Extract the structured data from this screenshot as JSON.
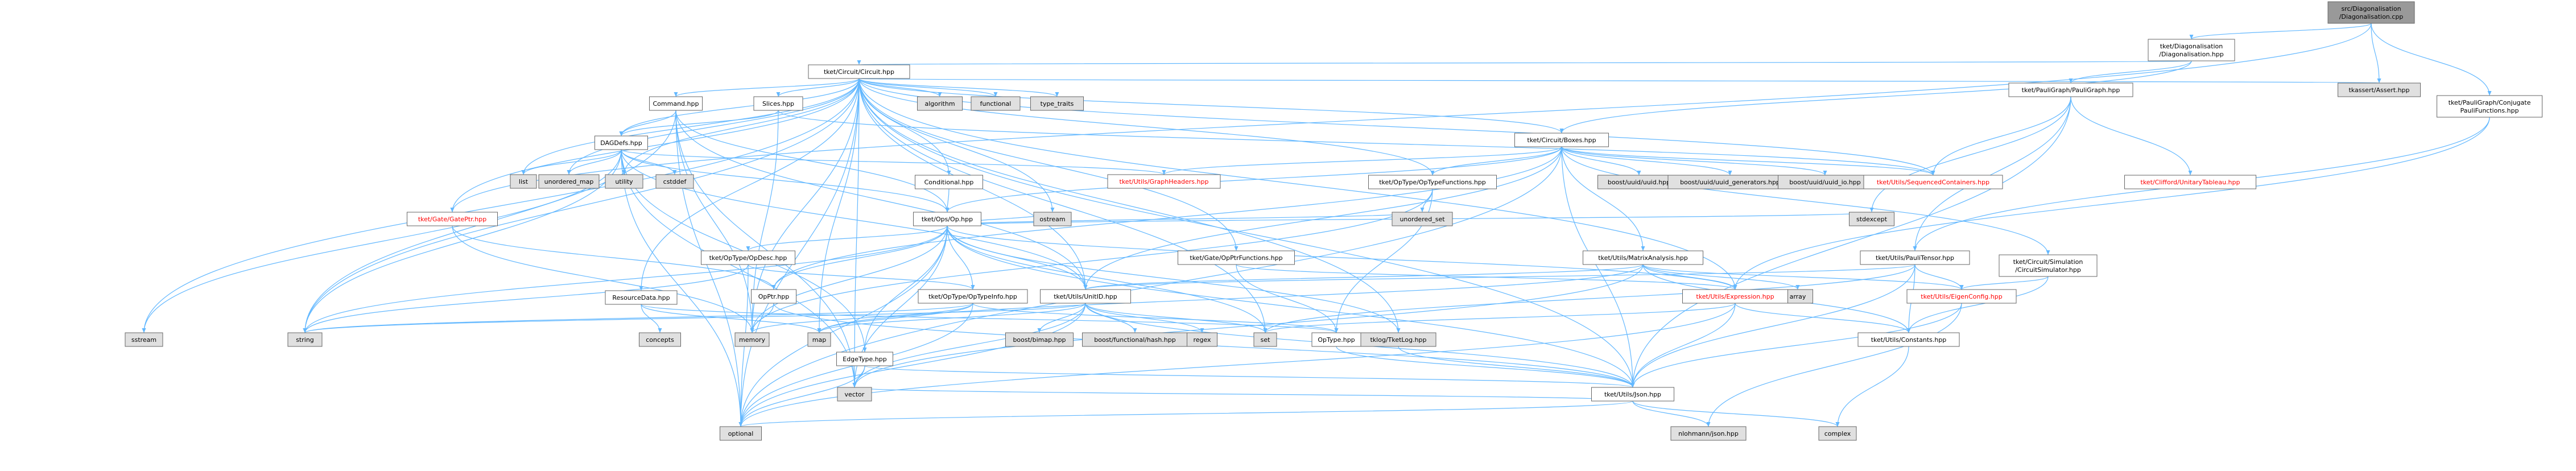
{
  "colors": {
    "edge": "#63b8ff",
    "node_fill": "#ffffff",
    "node_root_fill": "#999999",
    "node_system_fill": "#e0e0e0",
    "node_border": "#666666",
    "text": "#000000",
    "text_truncated": "#ff0000"
  },
  "nodes": [
    {
      "id": "root",
      "lines": [
        "src/Diagonalisation",
        "/Diagonalisation.cpp"
      ],
      "style": "root"
    },
    {
      "id": "diag_hpp",
      "lines": [
        "tket/Diagonalisation",
        "/Diagonalisation.hpp"
      ],
      "style": "file"
    },
    {
      "id": "tkassert",
      "lines": [
        "tkassert/Assert.hpp"
      ],
      "style": "system"
    },
    {
      "id": "pauligraph",
      "lines": [
        "tket/PauliGraph/PauliGraph.hpp"
      ],
      "style": "file"
    },
    {
      "id": "conjugate",
      "lines": [
        "tket/PauliGraph/Conjugate",
        "PauliFunctions.hpp"
      ],
      "style": "file"
    },
    {
      "id": "circuit",
      "lines": [
        "tket/Circuit/Circuit.hpp"
      ],
      "style": "file"
    },
    {
      "id": "command",
      "lines": [
        "Command.hpp"
      ],
      "style": "file"
    },
    {
      "id": "slices",
      "lines": [
        "Slices.hpp"
      ],
      "style": "file"
    },
    {
      "id": "algorithm",
      "lines": [
        "algorithm"
      ],
      "style": "system"
    },
    {
      "id": "functional",
      "lines": [
        "functional"
      ],
      "style": "system"
    },
    {
      "id": "type_traits",
      "lines": [
        "type_traits"
      ],
      "style": "system"
    },
    {
      "id": "boxes",
      "lines": [
        "tket/Circuit/Boxes.hpp"
      ],
      "style": "file"
    },
    {
      "id": "dagdefs",
      "lines": [
        "DAGDefs.hpp"
      ],
      "style": "file"
    },
    {
      "id": "conditional",
      "lines": [
        "Conditional.hpp"
      ],
      "style": "file"
    },
    {
      "id": "list",
      "lines": [
        "list"
      ],
      "style": "system"
    },
    {
      "id": "unordered_map",
      "lines": [
        "unordered_map"
      ],
      "style": "system"
    },
    {
      "id": "utility",
      "lines": [
        "utility"
      ],
      "style": "system"
    },
    {
      "id": "cstddef",
      "lines": [
        "cstddef"
      ],
      "style": "system"
    },
    {
      "id": "graphheaders",
      "lines": [
        "tket/Utils/GraphHeaders.hpp"
      ],
      "style": "truncated"
    },
    {
      "id": "op",
      "lines": [
        "tket/Ops/Op.hpp"
      ],
      "style": "file"
    },
    {
      "id": "optypefunctions",
      "lines": [
        "tket/OpType/OpTypeFunctions.hpp"
      ],
      "style": "file"
    },
    {
      "id": "uuid",
      "lines": [
        "boost/uuid/uuid.hpp"
      ],
      "style": "system"
    },
    {
      "id": "uuid_gen",
      "lines": [
        "boost/uuid/uuid_generators.hpp"
      ],
      "style": "system"
    },
    {
      "id": "uuid_io",
      "lines": [
        "boost/uuid/uuid_io.hpp"
      ],
      "style": "system"
    },
    {
      "id": "seqcontainers",
      "lines": [
        "tket/Utils/SequencedContainers.hpp"
      ],
      "style": "truncated"
    },
    {
      "id": "unitarytableau",
      "lines": [
        "tket/Clifford/UnitaryTableau.hpp"
      ],
      "style": "truncated"
    },
    {
      "id": "gateptr",
      "lines": [
        "tket/Gate/GatePtr.hpp"
      ],
      "style": "truncated"
    },
    {
      "id": "optypeopdesc",
      "lines": [
        "tket/OpType/OpDesc.hpp"
      ],
      "style": "file"
    },
    {
      "id": "ostream",
      "lines": [
        "ostream"
      ],
      "style": "system"
    },
    {
      "id": "unordered_set",
      "lines": [
        "unordered_set"
      ],
      "style": "system"
    },
    {
      "id": "opptrfunctions",
      "lines": [
        "tket/Gate/OpPtrFunctions.hpp"
      ],
      "style": "file"
    },
    {
      "id": "stdexcept",
      "lines": [
        "stdexcept"
      ],
      "style": "system"
    },
    {
      "id": "matrixanalysis",
      "lines": [
        "tket/Utils/MatrixAnalysis.hpp"
      ],
      "style": "file"
    },
    {
      "id": "paulitensor",
      "lines": [
        "tket/Utils/PauliTensor.hpp"
      ],
      "style": "file"
    },
    {
      "id": "circsim",
      "lines": [
        "tket/Circuit/Simulation",
        "/CircuitSimulator.hpp"
      ],
      "style": "file"
    },
    {
      "id": "resourcedata",
      "lines": [
        "ResourceData.hpp"
      ],
      "style": "file"
    },
    {
      "id": "opptr",
      "lines": [
        "OpPtr.hpp"
      ],
      "style": "file"
    },
    {
      "id": "optypeinfo",
      "lines": [
        "tket/OpType/OpTypeInfo.hpp"
      ],
      "style": "file"
    },
    {
      "id": "unitid",
      "lines": [
        "tket/Utils/UnitID.hpp"
      ],
      "style": "file"
    },
    {
      "id": "array",
      "lines": [
        "array"
      ],
      "style": "system"
    },
    {
      "id": "expression",
      "lines": [
        "tket/Utils/Expression.hpp"
      ],
      "style": "truncated"
    },
    {
      "id": "eigenconfig",
      "lines": [
        "tket/Utils/EigenConfig.hpp"
      ],
      "style": "truncated"
    },
    {
      "id": "sstream",
      "lines": [
        "sstream"
      ],
      "style": "system"
    },
    {
      "id": "string",
      "lines": [
        "string"
      ],
      "style": "system"
    },
    {
      "id": "concepts",
      "lines": [
        "concepts"
      ],
      "style": "system"
    },
    {
      "id": "memory",
      "lines": [
        "memory"
      ],
      "style": "system"
    },
    {
      "id": "map",
      "lines": [
        "map"
      ],
      "style": "system"
    },
    {
      "id": "edgetype",
      "lines": [
        "EdgeType.hpp"
      ],
      "style": "file"
    },
    {
      "id": "boostbimap",
      "lines": [
        "boost/bimap.hpp"
      ],
      "style": "system"
    },
    {
      "id": "boosthash",
      "lines": [
        "boost/functional/hash.hpp"
      ],
      "style": "system"
    },
    {
      "id": "regex",
      "lines": [
        "regex"
      ],
      "style": "system"
    },
    {
      "id": "set",
      "lines": [
        "set"
      ],
      "style": "system"
    },
    {
      "id": "optype",
      "lines": [
        "OpType.hpp"
      ],
      "style": "file"
    },
    {
      "id": "tklog",
      "lines": [
        "tklog/TketLog.hpp"
      ],
      "style": "system"
    },
    {
      "id": "constants",
      "lines": [
        "tket/Utils/Constants.hpp"
      ],
      "style": "file"
    },
    {
      "id": "vector",
      "lines": [
        "vector"
      ],
      "style": "system"
    },
    {
      "id": "json",
      "lines": [
        "tket/Utils/Json.hpp"
      ],
      "style": "file"
    },
    {
      "id": "optional",
      "lines": [
        "optional"
      ],
      "style": "system"
    },
    {
      "id": "nlohmann",
      "lines": [
        "nlohmann/json.hpp"
      ],
      "style": "system"
    },
    {
      "id": "complex",
      "lines": [
        "complex"
      ],
      "style": "system"
    }
  ],
  "edges": [
    [
      "root",
      "diag_hpp"
    ],
    [
      "root",
      "tkassert"
    ],
    [
      "root",
      "gateptr"
    ],
    [
      "root",
      "conjugate"
    ],
    [
      "diag_hpp",
      "circuit"
    ],
    [
      "diag_hpp",
      "boxes"
    ],
    [
      "diag_hpp",
      "pauligraph"
    ],
    [
      "conjugate",
      "paulitensor"
    ],
    [
      "conjugate",
      "expression"
    ],
    [
      "pauligraph",
      "seqcontainers"
    ],
    [
      "pauligraph",
      "unitarytableau"
    ],
    [
      "pauligraph",
      "paulitensor"
    ],
    [
      "pauligraph",
      "stdexcept"
    ],
    [
      "pauligraph",
      "json"
    ],
    [
      "circuit",
      "command"
    ],
    [
      "circuit",
      "slices"
    ],
    [
      "circuit",
      "algorithm"
    ],
    [
      "circuit",
      "functional"
    ],
    [
      "circuit",
      "type_traits"
    ],
    [
      "circuit",
      "tkassert"
    ],
    [
      "circuit",
      "boxes"
    ],
    [
      "circuit",
      "dagdefs"
    ],
    [
      "circuit",
      "conditional"
    ],
    [
      "circuit",
      "list"
    ],
    [
      "circuit",
      "unordered_map"
    ],
    [
      "circuit",
      "utility"
    ],
    [
      "circuit",
      "gateptr"
    ],
    [
      "circuit",
      "optypefunctions"
    ],
    [
      "circuit",
      "opptrfunctions"
    ],
    [
      "circuit",
      "ostream"
    ],
    [
      "circuit",
      "seqcontainers"
    ],
    [
      "circuit",
      "unitid"
    ],
    [
      "circuit",
      "resourcedata"
    ],
    [
      "circuit",
      "string"
    ],
    [
      "circuit",
      "memory"
    ],
    [
      "circuit",
      "map"
    ],
    [
      "circuit",
      "sstream"
    ],
    [
      "circuit",
      "vector"
    ],
    [
      "circuit",
      "optional"
    ],
    [
      "circuit",
      "set"
    ],
    [
      "circuit",
      "tklog"
    ],
    [
      "circuit",
      "json"
    ],
    [
      "circuit",
      "expression"
    ],
    [
      "command",
      "dagdefs"
    ],
    [
      "command",
      "op"
    ],
    [
      "command",
      "unitid"
    ],
    [
      "command",
      "string"
    ],
    [
      "command",
      "optional"
    ],
    [
      "command",
      "vector"
    ],
    [
      "command",
      "memory"
    ],
    [
      "slices",
      "dagdefs"
    ],
    [
      "slices",
      "seqcontainers"
    ],
    [
      "slices",
      "memory"
    ],
    [
      "conditional",
      "op"
    ],
    [
      "dagdefs",
      "list"
    ],
    [
      "dagdefs",
      "unordered_map"
    ],
    [
      "dagdefs",
      "utility"
    ],
    [
      "dagdefs",
      "cstddef"
    ],
    [
      "dagdefs",
      "graphheaders"
    ],
    [
      "dagdefs",
      "op"
    ],
    [
      "dagdefs",
      "edgetype"
    ],
    [
      "dagdefs",
      "unitid"
    ],
    [
      "dagdefs",
      "optional"
    ],
    [
      "dagdefs",
      "vector"
    ],
    [
      "dagdefs",
      "string"
    ],
    [
      "dagdefs",
      "sstream"
    ],
    [
      "boxes",
      "op"
    ],
    [
      "boxes",
      "optypefunctions"
    ],
    [
      "boxes",
      "uuid"
    ],
    [
      "boxes",
      "uuid_gen"
    ],
    [
      "boxes",
      "uuid_io"
    ],
    [
      "boxes",
      "seqcontainers"
    ],
    [
      "boxes",
      "matrixanalysis"
    ],
    [
      "boxes",
      "circsim"
    ],
    [
      "boxes",
      "json"
    ],
    [
      "boxes",
      "unitid"
    ],
    [
      "boxes",
      "opptr"
    ],
    [
      "boxes",
      "optional"
    ],
    [
      "boxes",
      "graphheaders"
    ],
    [
      "op",
      "optypeopdesc"
    ],
    [
      "op",
      "ostream"
    ],
    [
      "op",
      "unordered_set"
    ],
    [
      "op",
      "stdexcept"
    ],
    [
      "op",
      "opptr"
    ],
    [
      "op",
      "optypeinfo"
    ],
    [
      "op",
      "unitid"
    ],
    [
      "op",
      "expression"
    ],
    [
      "op",
      "json"
    ],
    [
      "op",
      "string"
    ],
    [
      "op",
      "memory"
    ],
    [
      "op",
      "optional"
    ],
    [
      "op",
      "vector"
    ],
    [
      "op",
      "set"
    ],
    [
      "op",
      "tklog"
    ],
    [
      "op",
      "edgetype"
    ],
    [
      "optypefunctions",
      "optype"
    ],
    [
      "optypefunctions",
      "unordered_set"
    ],
    [
      "optypefunctions",
      "memory"
    ],
    [
      "optypeopdesc",
      "optypeinfo"
    ],
    [
      "optypeopdesc",
      "optional"
    ],
    [
      "optypeopdesc",
      "string"
    ],
    [
      "opptrfunctions",
      "optype"
    ],
    [
      "opptrfunctions",
      "expression"
    ],
    [
      "gateptr",
      "opptr"
    ],
    [
      "gateptr",
      "memory"
    ],
    [
      "matrixanalysis",
      "eigenconfig"
    ],
    [
      "matrixanalysis",
      "unitid"
    ],
    [
      "matrixanalysis",
      "array"
    ],
    [
      "matrixanalysis",
      "expression"
    ],
    [
      "matrixanalysis",
      "constants"
    ],
    [
      "matrixanalysis",
      "vector"
    ],
    [
      "matrixanalysis",
      "map"
    ],
    [
      "paulitensor",
      "eigenconfig"
    ],
    [
      "paulitensor",
      "unitid"
    ],
    [
      "paulitensor",
      "constants"
    ],
    [
      "paulitensor",
      "json"
    ],
    [
      "paulitensor",
      "set"
    ],
    [
      "circsim",
      "eigenconfig"
    ],
    [
      "circsim",
      "constants"
    ],
    [
      "resourcedata",
      "optype"
    ],
    [
      "resourcedata",
      "map"
    ],
    [
      "resourcedata",
      "concepts"
    ],
    [
      "opptr",
      "memory"
    ],
    [
      "opptr",
      "json"
    ],
    [
      "optypeinfo",
      "optype"
    ],
    [
      "optypeinfo",
      "map"
    ],
    [
      "optypeinfo",
      "optional"
    ],
    [
      "optypeinfo",
      "string"
    ],
    [
      "optypeinfo",
      "memory"
    ],
    [
      "unitid",
      "boostbimap"
    ],
    [
      "unitid",
      "boosthash"
    ],
    [
      "unitid",
      "regex"
    ],
    [
      "unitid",
      "set"
    ],
    [
      "unitid",
      "map"
    ],
    [
      "unitid",
      "string"
    ],
    [
      "unitid",
      "json"
    ],
    [
      "unitid",
      "optional"
    ],
    [
      "unitid",
      "vector"
    ],
    [
      "expression",
      "constants"
    ],
    [
      "expression",
      "json"
    ],
    [
      "expression",
      "set"
    ],
    [
      "expression",
      "optional"
    ],
    [
      "eigenconfig",
      "json"
    ],
    [
      "eigenconfig",
      "nlohmann"
    ],
    [
      "edgetype",
      "json"
    ],
    [
      "edgetype",
      "optional"
    ],
    [
      "edgetype",
      "vector"
    ],
    [
      "optype",
      "json"
    ],
    [
      "tklog",
      "json"
    ],
    [
      "constants",
      "complex"
    ],
    [
      "json",
      "nlohmann"
    ],
    [
      "json",
      "optional"
    ],
    [
      "json",
      "vector"
    ],
    [
      "json",
      "complex"
    ]
  ]
}
